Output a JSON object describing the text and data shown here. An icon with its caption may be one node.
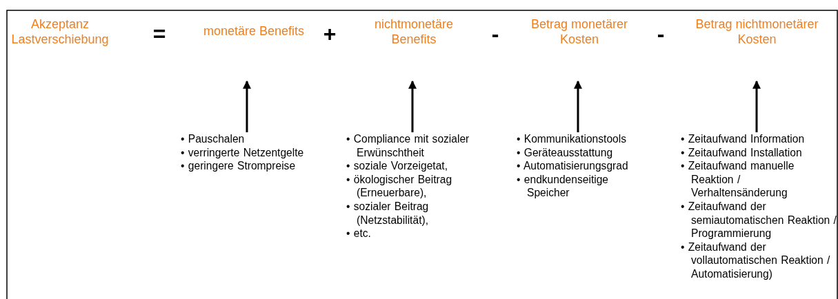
{
  "diagram": {
    "nodes": [
      {
        "text": [
          "Akzeptanz Lastverschiebung"
        ]
      },
      {
        "text": [
          "monetäre Benefits"
        ]
      },
      {
        "text": [
          "nichtmonetäre Benefits"
        ]
      },
      {
        "text": [
          "Betrag monetärer Kosten"
        ]
      },
      {
        "text": [
          "Betrag nichtmonetärer Kosten"
        ]
      },
      {
        "text": [
          "• Pauschalen",
          "• verringerte Netzentgelte",
          "• geringere Strompreise"
        ]
      },
      {
        "text": [
          "• Compliance mit sozialer Erwünschtheit",
          "• soziale Vorzeigetat,",
          "• ökologischer Beitrag (Erneuerbare),",
          "• sozialer Beitrag (Netzstabilität),",
          "• etc."
        ]
      },
      {
        "text": [
          "• Kommunikationstools",
          "• Geräteausstattung",
          "• Automatisierungsgrad",
          "• endkundenseitige Speicher"
        ]
      },
      {
        "text": [
          "• Zeitaufwand Information",
          "• Zeitaufwand Installation",
          "• Zeitaufwand manuelle Reaktion / Verhaltensänderung",
          "• Zeitaufwand der semiautomatischen Reaktion / Programmierung",
          "• Zeitaufwand der vollautomatischen Reaktion / Automatisierung)"
        ]
      }
    ],
    "edges": [
      {
        "from": 5,
        "to": 1,
        "arrow": "to"
      },
      {
        "from": 6,
        "to": 2,
        "arrow": "to"
      },
      {
        "from": 7,
        "to": 3,
        "arrow": "to"
      },
      {
        "from": 8,
        "to": 4,
        "arrow": "to"
      }
    ],
    "labels": [
      "=",
      "+",
      "-",
      "-"
    ]
  }
}
